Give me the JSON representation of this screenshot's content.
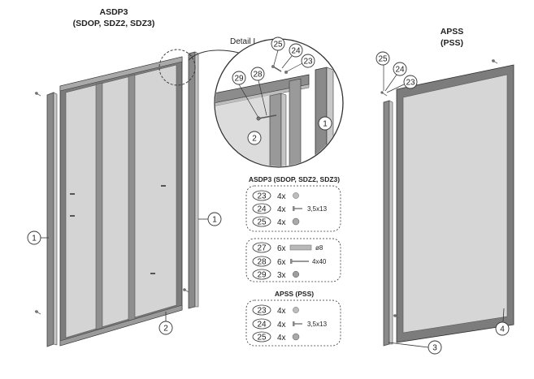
{
  "titles": {
    "left_model": "ASDP3",
    "left_variants": "(SDOP, SDZ2, SDZ3)",
    "right_model": "APSS",
    "right_variants": "(PSS)",
    "detail": "Detail I"
  },
  "callouts": {
    "c1": "1",
    "c2": "2",
    "c3": "3",
    "c4": "4",
    "c23": "23",
    "c24": "24",
    "c25": "25",
    "c28": "28",
    "c29": "29"
  },
  "parts_box_1": {
    "header": "ASDP3 (SDOP, SDZ2, SDZ3)",
    "rows": [
      {
        "part": "23",
        "qty": "4x",
        "size": ""
      },
      {
        "part": "24",
        "qty": "4x",
        "size": "3,5x13"
      },
      {
        "part": "25",
        "qty": "4x",
        "size": ""
      }
    ]
  },
  "parts_box_2": {
    "rows": [
      {
        "part": "27",
        "qty": "6x",
        "size": "ø8"
      },
      {
        "part": "28",
        "qty": "6x",
        "size": "4x40"
      },
      {
        "part": "29",
        "qty": "3x",
        "size": ""
      }
    ]
  },
  "parts_box_3": {
    "header": "APSS (PSS)",
    "rows": [
      {
        "part": "23",
        "qty": "4x",
        "size": ""
      },
      {
        "part": "24",
        "qty": "4x",
        "size": "3,5x13"
      },
      {
        "part": "25",
        "qty": "4x",
        "size": ""
      }
    ]
  }
}
